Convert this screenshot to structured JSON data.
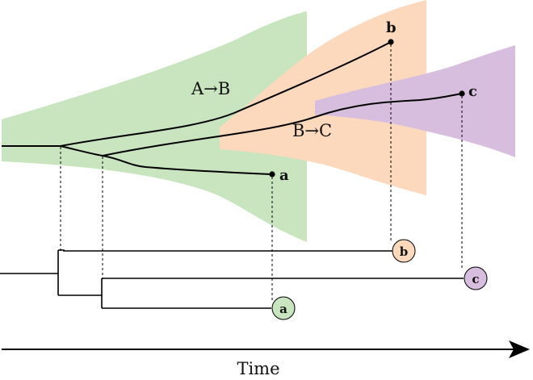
{
  "diagram": {
    "populations": [
      {
        "id": "A",
        "color": "#c9e5bf"
      },
      {
        "id": "B",
        "color": "#fcd9bd"
      },
      {
        "id": "C",
        "color": "#d7bede"
      }
    ],
    "transitions": [
      {
        "id": "A-B",
        "label": "A→B"
      },
      {
        "id": "B-C",
        "label": "B→C"
      }
    ],
    "tips": [
      {
        "id": "a",
        "label": "a",
        "population": "A",
        "node_color": "#c9e5bf"
      },
      {
        "id": "b",
        "label": "b",
        "population": "B",
        "node_color": "#fcd9bd"
      },
      {
        "id": "c",
        "label": "c",
        "population": "C",
        "node_color": "#d7bede"
      }
    ],
    "line_color": "#000000",
    "axis": {
      "label": "Time"
    }
  }
}
